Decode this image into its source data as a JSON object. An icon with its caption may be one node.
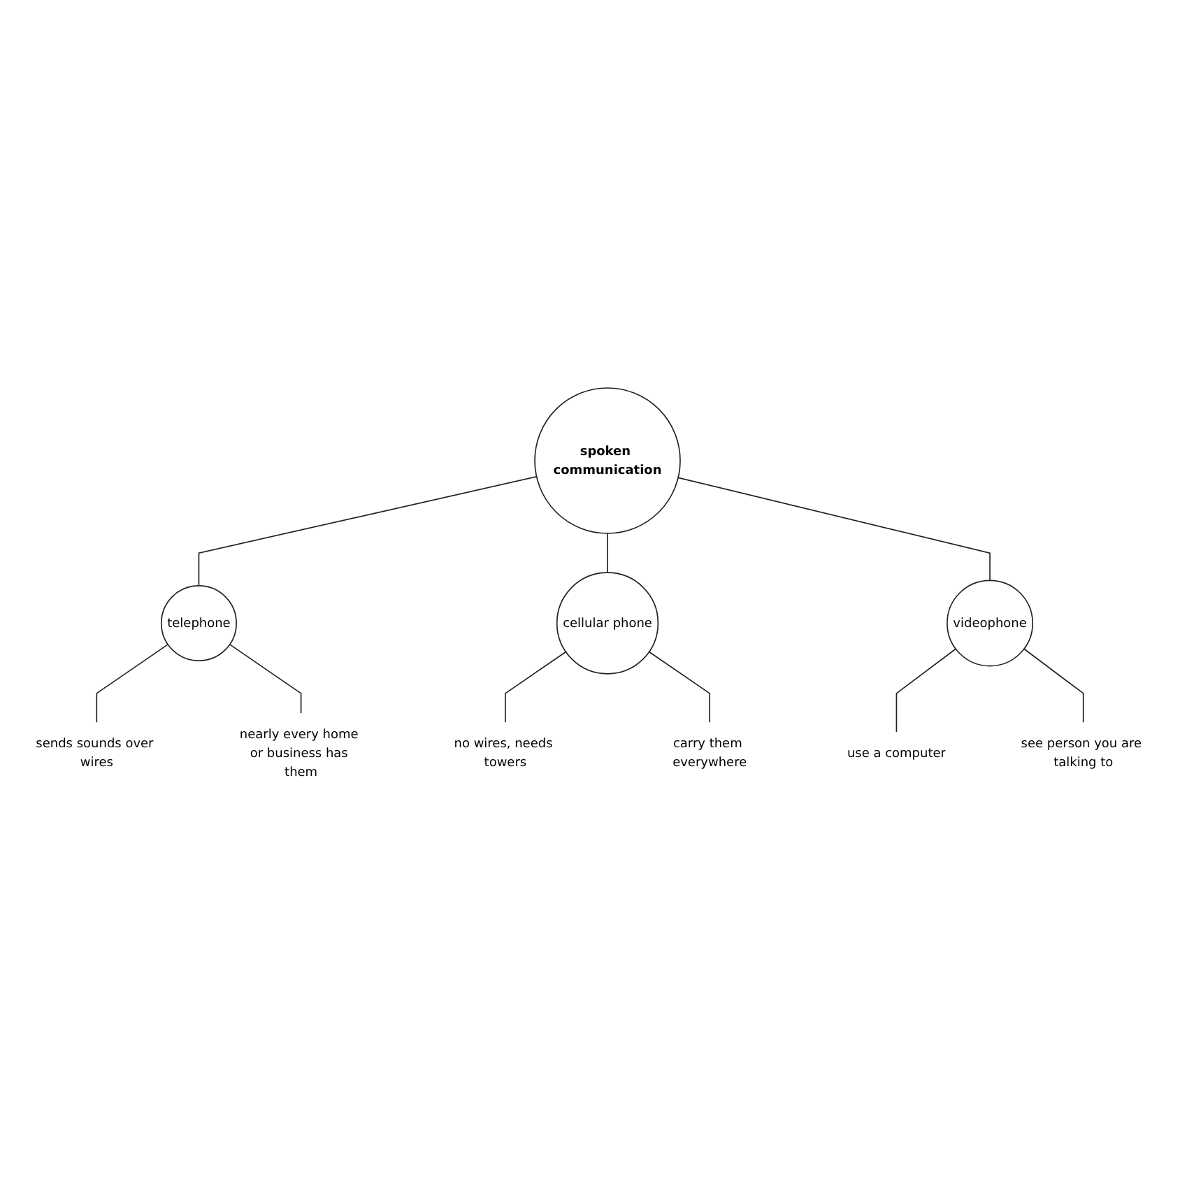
{
  "diagram": {
    "nodes": [
      {
        "text": [
          "spoken communication"
        ]
      },
      {
        "text": [
          "telephone"
        ]
      },
      {
        "text": [
          "cellular phone"
        ]
      },
      {
        "text": [
          "videophone"
        ]
      },
      {
        "text": [
          "sends sounds over wires"
        ]
      },
      {
        "text": [
          "nearly every home or business has them"
        ]
      },
      {
        "text": [
          "no wires, needs towers"
        ]
      },
      {
        "text": [
          "carry them everywhere"
        ]
      },
      {
        "text": [
          "use a computer"
        ]
      },
      {
        "text": [
          "see person you are talking to"
        ]
      }
    ],
    "edges": [
      {
        "from": 0,
        "to": 1,
        "arrow": "none"
      },
      {
        "from": 0,
        "to": 2,
        "arrow": "none"
      },
      {
        "from": 0,
        "to": 3,
        "arrow": "none"
      },
      {
        "from": 1,
        "to": 4,
        "arrow": "none"
      },
      {
        "from": 1,
        "to": 5,
        "arrow": "none"
      },
      {
        "from": 2,
        "to": 6,
        "arrow": "none"
      },
      {
        "from": 2,
        "to": 7,
        "arrow": "none"
      },
      {
        "from": 3,
        "to": 8,
        "arrow": "none"
      },
      {
        "from": 3,
        "to": 9,
        "arrow": "none"
      }
    ]
  }
}
